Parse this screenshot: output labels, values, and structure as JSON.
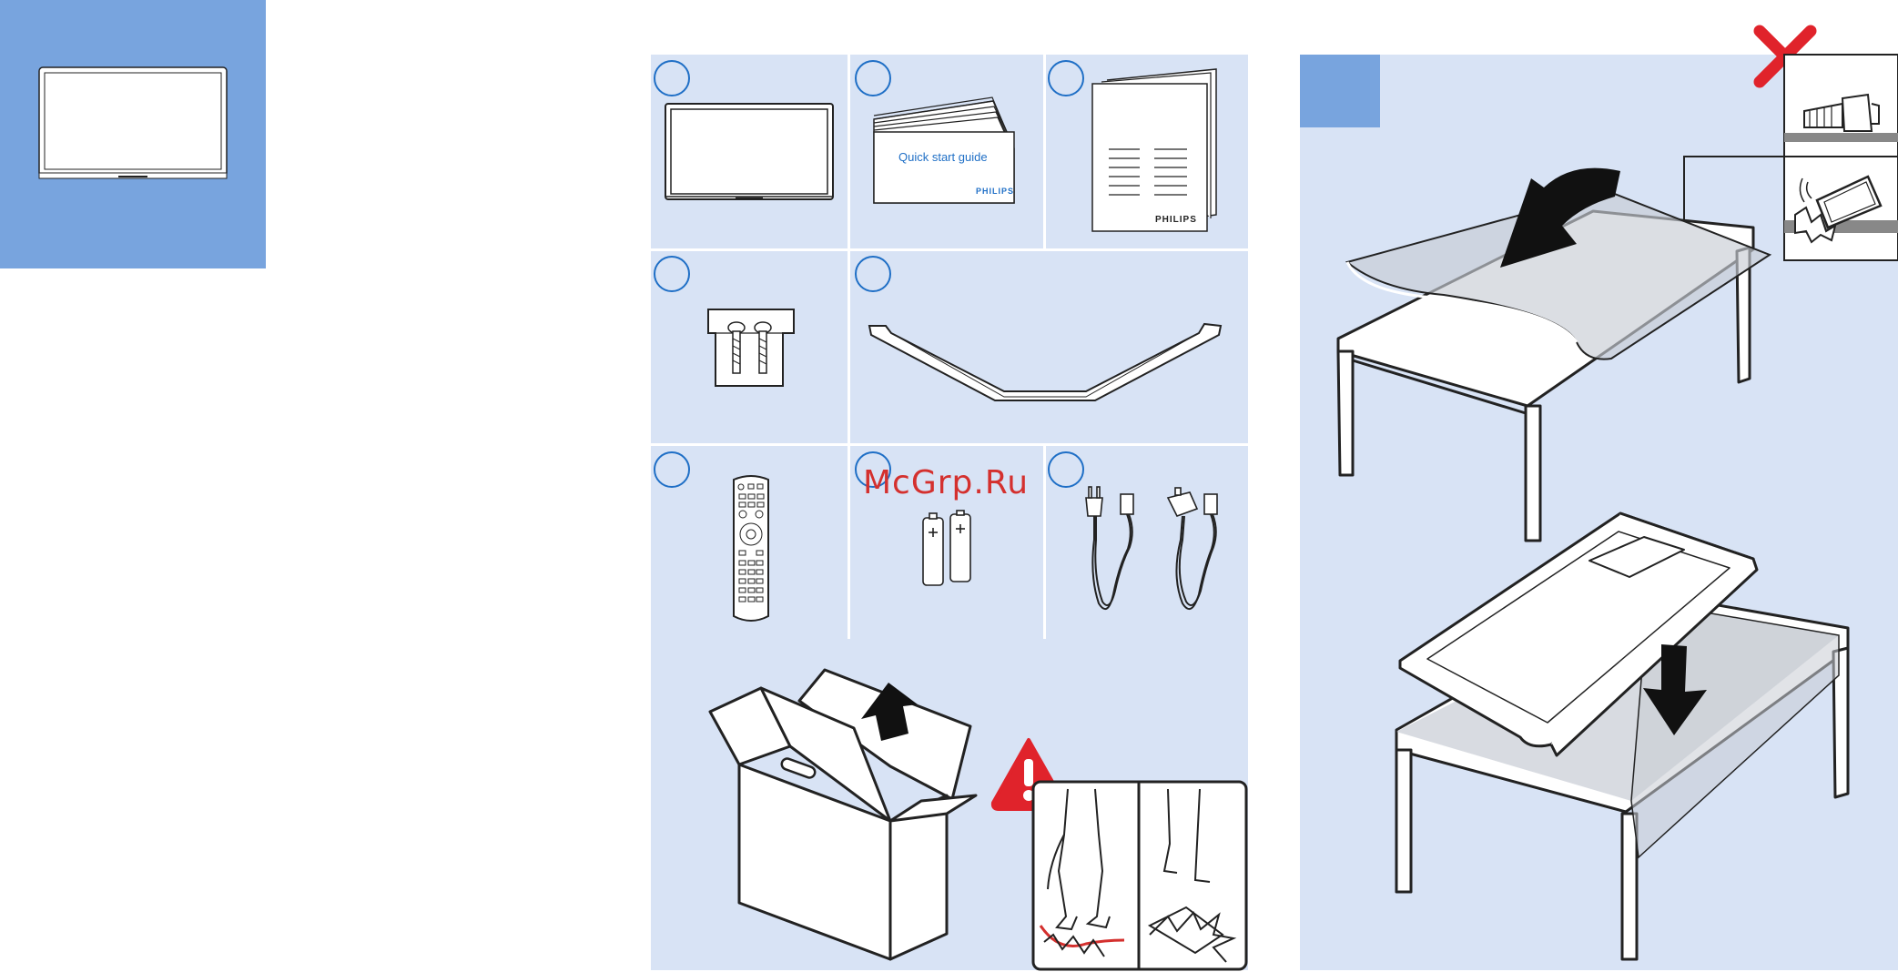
{
  "items": {
    "quick_start_title": "Quick start guide",
    "quick_start_brand": "PHILIPS",
    "manual_brand": "PHILIPS"
  },
  "watermark": "McGrp.Ru",
  "colors": {
    "accent_blue": "#78a4de",
    "panel_bg": "#d8e3f5",
    "circle_stroke": "#1f6fc6",
    "warning_red": "#e0232b"
  },
  "icons": [
    "tv-icon",
    "booklet-icon",
    "manual-icon",
    "screw-pack-icon",
    "stand-icon",
    "remote-icon",
    "batteries-icon",
    "power-cord-icon",
    "box-icon",
    "warning-icon",
    "cross-icon",
    "arrow-down-icon"
  ]
}
